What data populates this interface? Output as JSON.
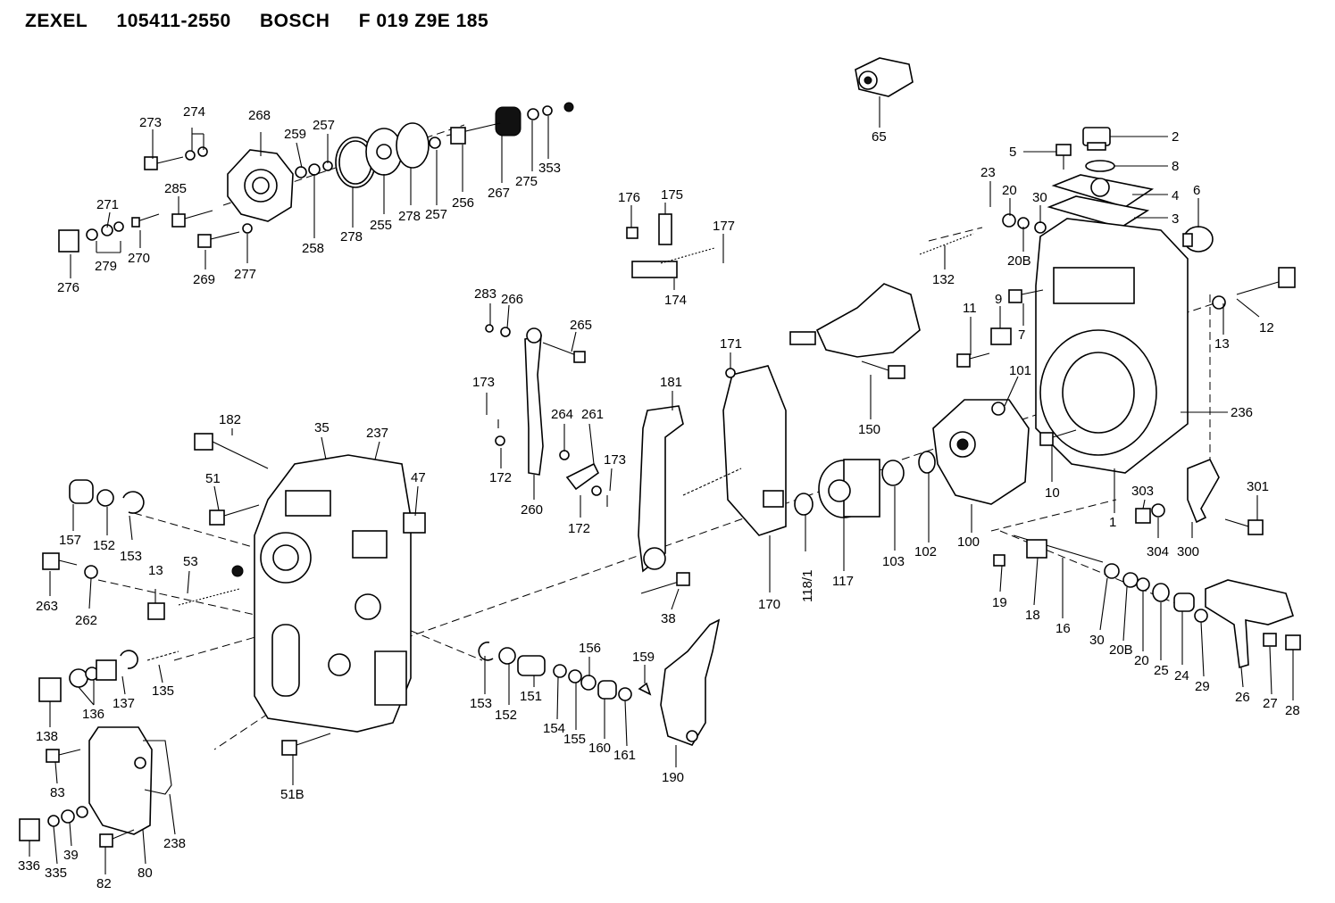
{
  "header": {
    "brand": "ZEXEL",
    "part_number": "105411-2550",
    "maker": "BOSCH",
    "maker_number": "F 019 Z9E 185"
  },
  "callouts": {
    "c273": "273",
    "c274": "274",
    "c268": "268",
    "c259": "259",
    "c257a": "257",
    "c258": "258",
    "c278a": "278",
    "c255": "255",
    "c278b": "278",
    "c257b": "257",
    "c256": "256",
    "c267": "267",
    "c275": "275",
    "c353": "353",
    "c271": "271",
    "c285": "285",
    "c276": "276",
    "c279": "279",
    "c270": "270",
    "c269": "269",
    "c277": "277",
    "c65": "65",
    "c2": "2",
    "c8": "8",
    "c5": "5",
    "c4": "4",
    "c3": "3",
    "c23": "23",
    "c20a": "20",
    "c30a": "30",
    "c20Ba": "20B",
    "c6": "6",
    "c176": "176",
    "c175": "175",
    "c177": "177",
    "c174": "174",
    "c132": "132",
    "c12": "12",
    "c13a": "13",
    "c9": "9",
    "c7": "7",
    "c11": "11",
    "c283": "283",
    "c266": "266",
    "c265": "265",
    "c171": "171",
    "c101": "101",
    "c236": "236",
    "c150": "150",
    "c173a": "173",
    "c264": "264",
    "c261": "261",
    "c173b": "173",
    "c172a": "172",
    "c260": "260",
    "c172b": "172",
    "c181": "181",
    "c182": "182",
    "c35": "35",
    "c237": "237",
    "c47": "47",
    "c51": "51",
    "c157": "157",
    "c152a": "152",
    "c153a": "153",
    "c10": "10",
    "c1": "1",
    "c303": "303",
    "c301": "301",
    "c304": "304",
    "c300": "300",
    "c100": "100",
    "c102": "102",
    "c103": "103",
    "c117": "117",
    "c1181": "118/1",
    "c170": "170",
    "c53": "53",
    "c13b": "13",
    "c263": "263",
    "c262": "262",
    "c38": "38",
    "c19": "19",
    "c18": "18",
    "c16": "16",
    "c30b": "30",
    "c20Bb": "20B",
    "c20b": "20",
    "c25": "25",
    "c24": "24",
    "c29": "29",
    "c26": "26",
    "c27": "27",
    "c28": "28",
    "c135": "135",
    "c136": "136",
    "c137": "137",
    "c138": "138",
    "c153b": "153",
    "c152b": "152",
    "c151": "151",
    "c154": "154",
    "c155": "155",
    "c156": "156",
    "c160": "160",
    "c161": "161",
    "c159": "159",
    "c190": "190",
    "c83": "83",
    "c51B": "51B",
    "c238": "238",
    "c336": "336",
    "c335": "335",
    "c39": "39",
    "c82": "82",
    "c80": "80"
  }
}
